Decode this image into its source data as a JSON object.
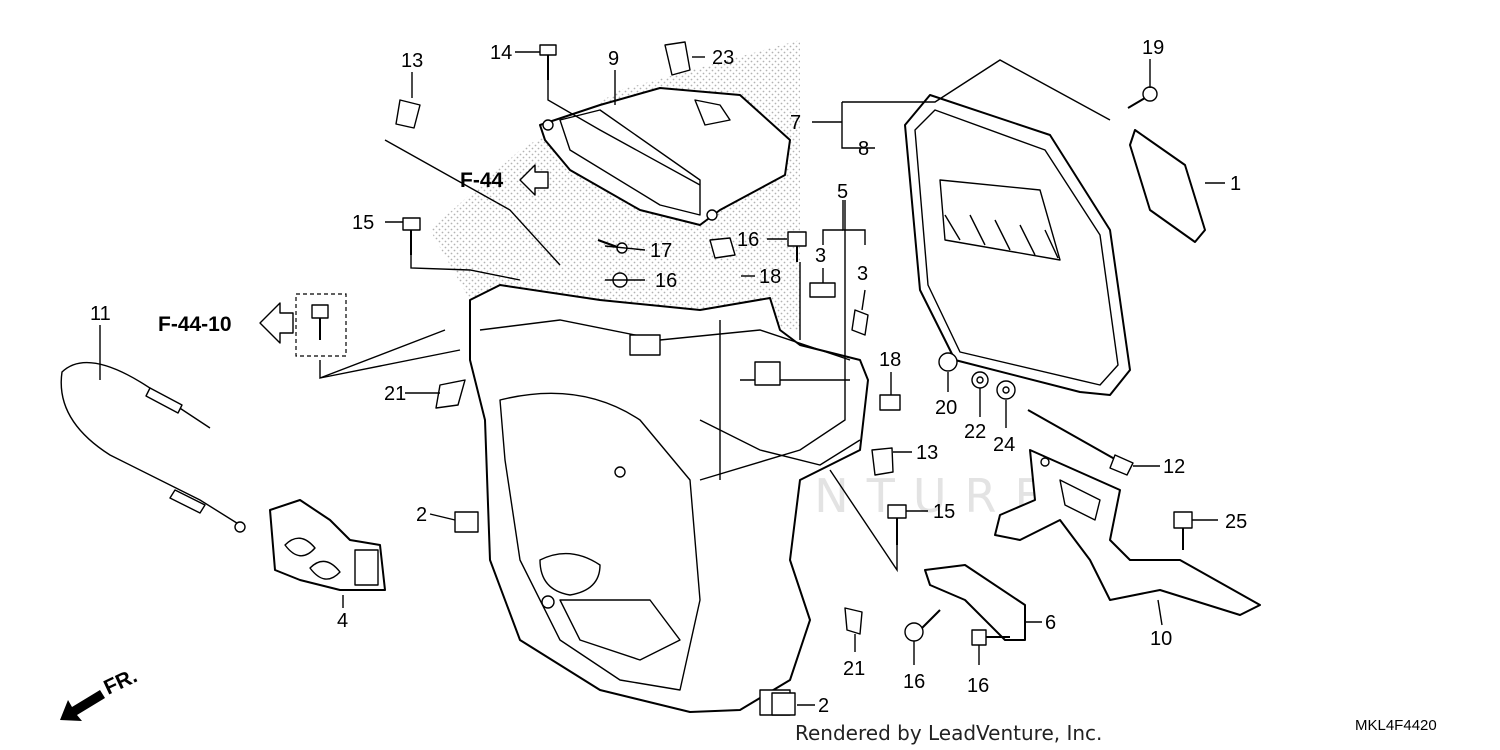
{
  "diagram": {
    "references": [
      {
        "id": "ref-f44",
        "label": "F-44"
      },
      {
        "id": "ref-f4410",
        "label": "F-44-10"
      }
    ],
    "callouts": [
      "1",
      "2",
      "2",
      "3",
      "3",
      "4",
      "5",
      "6",
      "7",
      "8",
      "9",
      "10",
      "11",
      "12",
      "13",
      "13",
      "14",
      "15",
      "15",
      "16",
      "16",
      "16",
      "16",
      "17",
      "18",
      "18",
      "19",
      "20",
      "21",
      "21",
      "22",
      "23",
      "24",
      "25"
    ],
    "front_label": "FR.",
    "credit": "Rendered by LeadVenture, Inc.",
    "diagram_code": "MKL4F4420",
    "watermark": "LEADVENTURE"
  }
}
